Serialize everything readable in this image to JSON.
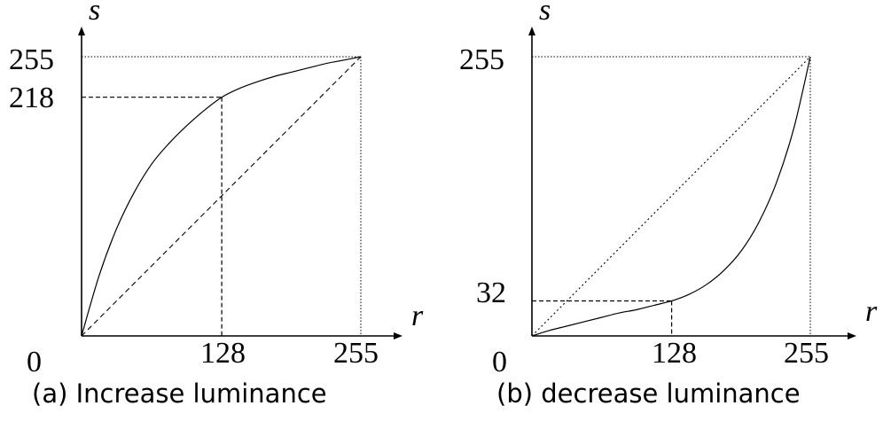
{
  "chart_data": [
    {
      "type": "line",
      "caption": "(a) Increase luminance",
      "xlabel": "r",
      "ylabel": "s",
      "xlim": [
        0,
        255
      ],
      "ylim": [
        0,
        255
      ],
      "x_ticks": [
        "0",
        "128",
        "255"
      ],
      "y_ticks": [
        "255",
        "218"
      ],
      "curve": {
        "x": [
          0,
          16,
          32,
          48,
          64,
          80,
          96,
          112,
          128,
          144,
          160,
          176,
          192,
          208,
          224,
          240,
          255
        ],
        "y": [
          0,
          55,
          98,
          131,
          157,
          176,
          192,
          206,
          218,
          226,
          232,
          237,
          241,
          245,
          249,
          252,
          255
        ]
      },
      "reference_line": {
        "x": [
          0,
          255
        ],
        "y": [
          0,
          255
        ],
        "style": "dashed"
      },
      "marker": {
        "x": 128,
        "y": 218
      }
    },
    {
      "type": "line",
      "caption": "(b) decrease luminance",
      "xlabel": "r",
      "ylabel": "s",
      "xlim": [
        0,
        255
      ],
      "ylim": [
        0,
        255
      ],
      "x_ticks": [
        "0",
        "128",
        "255"
      ],
      "y_ticks": [
        "255",
        "32"
      ],
      "curve": {
        "x": [
          0,
          16,
          32,
          48,
          64,
          80,
          96,
          112,
          128,
          144,
          160,
          176,
          192,
          208,
          224,
          240,
          255
        ],
        "y": [
          0,
          5,
          9,
          13,
          17,
          21,
          24,
          28,
          32,
          38,
          47,
          60,
          78,
          104,
          140,
          190,
          255
        ]
      },
      "reference_line": {
        "x": [
          0,
          255
        ],
        "y": [
          0,
          255
        ],
        "style": "dotted"
      },
      "marker": {
        "x": 128,
        "y": 32
      }
    }
  ]
}
